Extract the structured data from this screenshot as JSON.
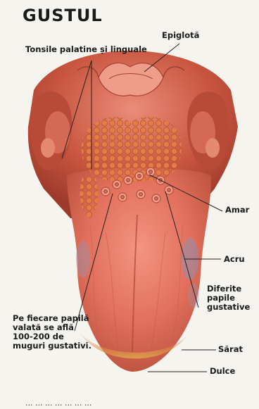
{
  "title": "GUSTUL",
  "labels": {
    "tonsils": "Tonsile palatine și linguale",
    "epiglottis": "Epiglotă",
    "bitter": "Amar",
    "sour": "Acru",
    "papillae": "Diferite papile gustative",
    "salty": "Sărat",
    "sweet": "Dulce",
    "note": "Pe fiecare papilă valată se află 100-200 de muguri gustativi."
  },
  "footer_fragment": "... ... ... ... ... ... ..."
}
